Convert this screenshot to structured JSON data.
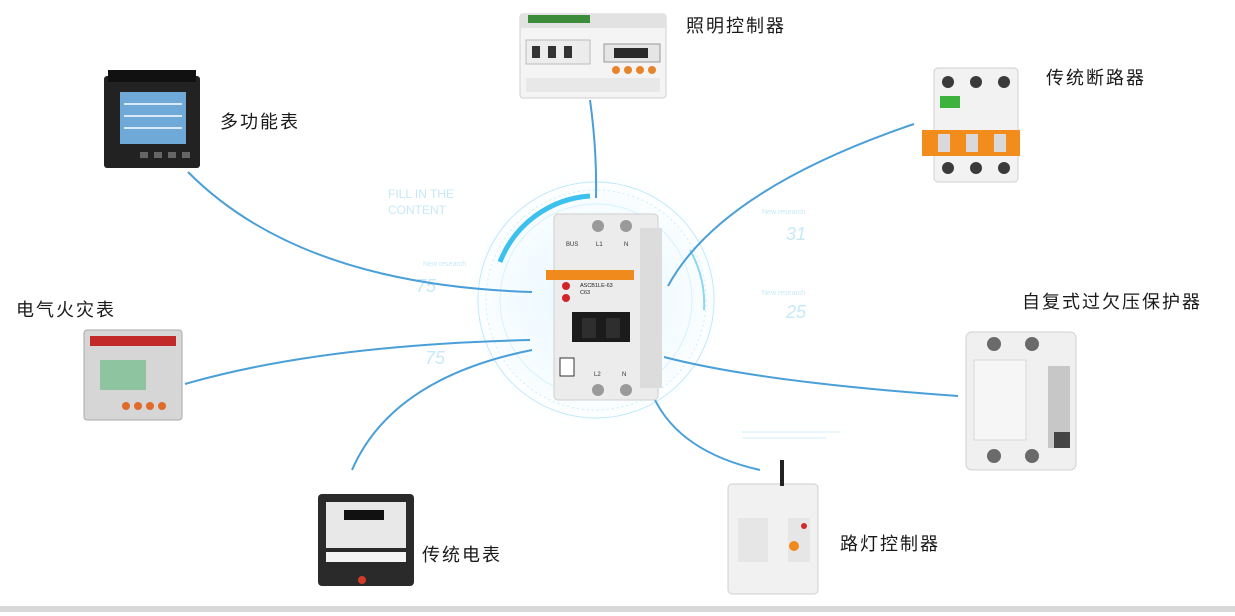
{
  "labels": {
    "lighting_controller": "照明控制器",
    "multifunction_meter": "多功能表",
    "traditional_breaker": "传统断路器",
    "electrical_fire_meter": "电气火灾表",
    "auto_reset_relay": "自复式过欠压保护器",
    "traditional_meter": "传统电表",
    "street_light_controller": "路灯控制器"
  },
  "center_device": {
    "top_terminals": [
      "BUS",
      "L1",
      "N"
    ],
    "bottom_terminals": [
      "L2",
      "N"
    ],
    "model": "ASCB1LE-63",
    "rating": "C63"
  },
  "hud_text": {
    "fill_line1": "FILL IN THE",
    "fill_line2": "CONTENT",
    "num_left_top": "75",
    "num_left_bottom": "75",
    "num_right_top": "31",
    "num_right_bottom": "25",
    "small_caption": "New research"
  },
  "colors": {
    "connector": "#4a9fd8",
    "hud": "#7ed0f0",
    "hud_strong": "#3cc0ee"
  }
}
